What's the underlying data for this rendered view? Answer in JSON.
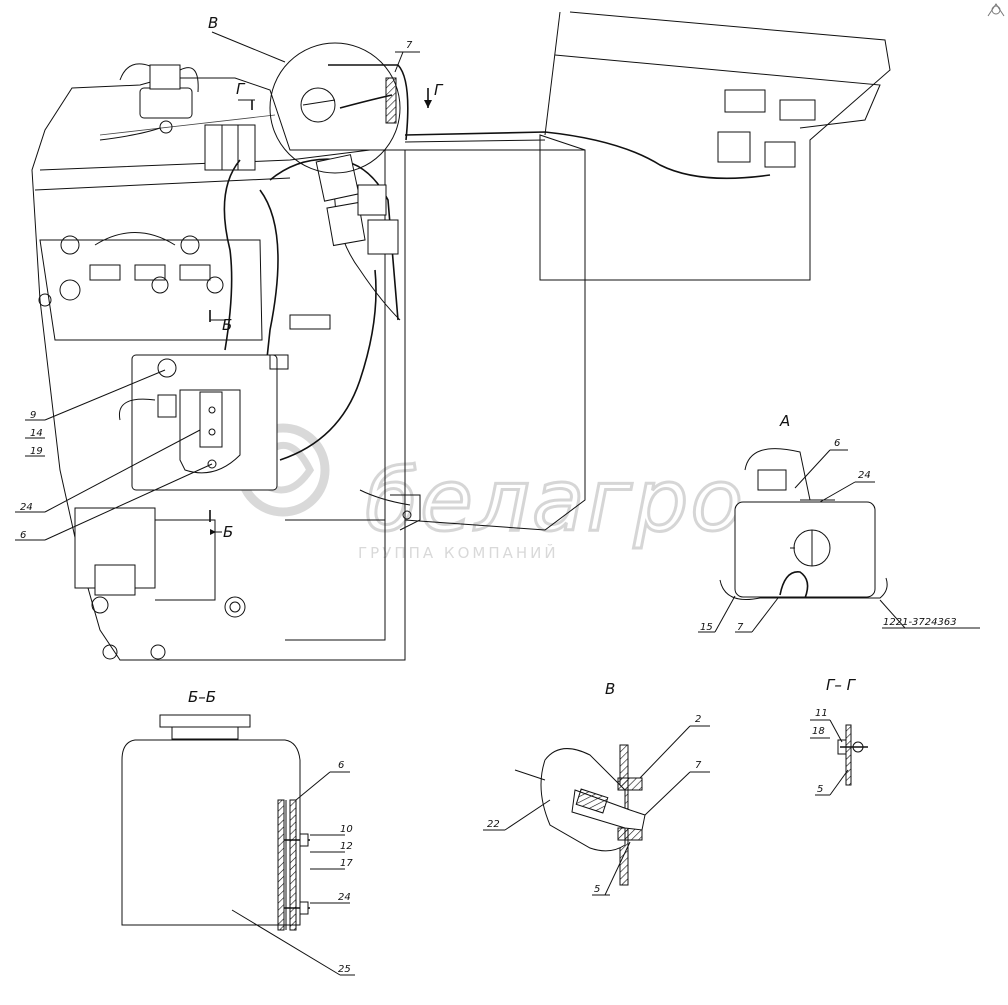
{
  "watermark": {
    "brand": "белагро",
    "subtitle": "ГРУППА КОМПАНИЙ"
  },
  "views": {
    "b_top": "В",
    "g_left": "Г",
    "g_right": "Г",
    "b_cut_marker_top": "Б",
    "b_cut_marker_bottom": "Б",
    "a_view": "А",
    "section_bb": "Б–Б",
    "view_b_detail": "В",
    "section_gg": "Г– Г"
  },
  "callouts": {
    "main": {
      "p7_top": "7",
      "p9": "9",
      "p14": "14",
      "p19": "19",
      "p24": "24",
      "p6": "6"
    },
    "view_a": {
      "p6": "6",
      "p24": "24",
      "p15": "15",
      "p7": "7",
      "part_no": "1221-3724363"
    },
    "section_bb": {
      "p6": "6",
      "p10": "10",
      "p12": "12",
      "p17": "17",
      "p24": "24",
      "p25": "25"
    },
    "view_b": {
      "p2": "2",
      "p7": "7",
      "p22": "22",
      "p5": "5"
    },
    "section_gg": {
      "p11": "11",
      "p18": "18",
      "p5": "5"
    }
  },
  "corner_icon": "compass-icon"
}
